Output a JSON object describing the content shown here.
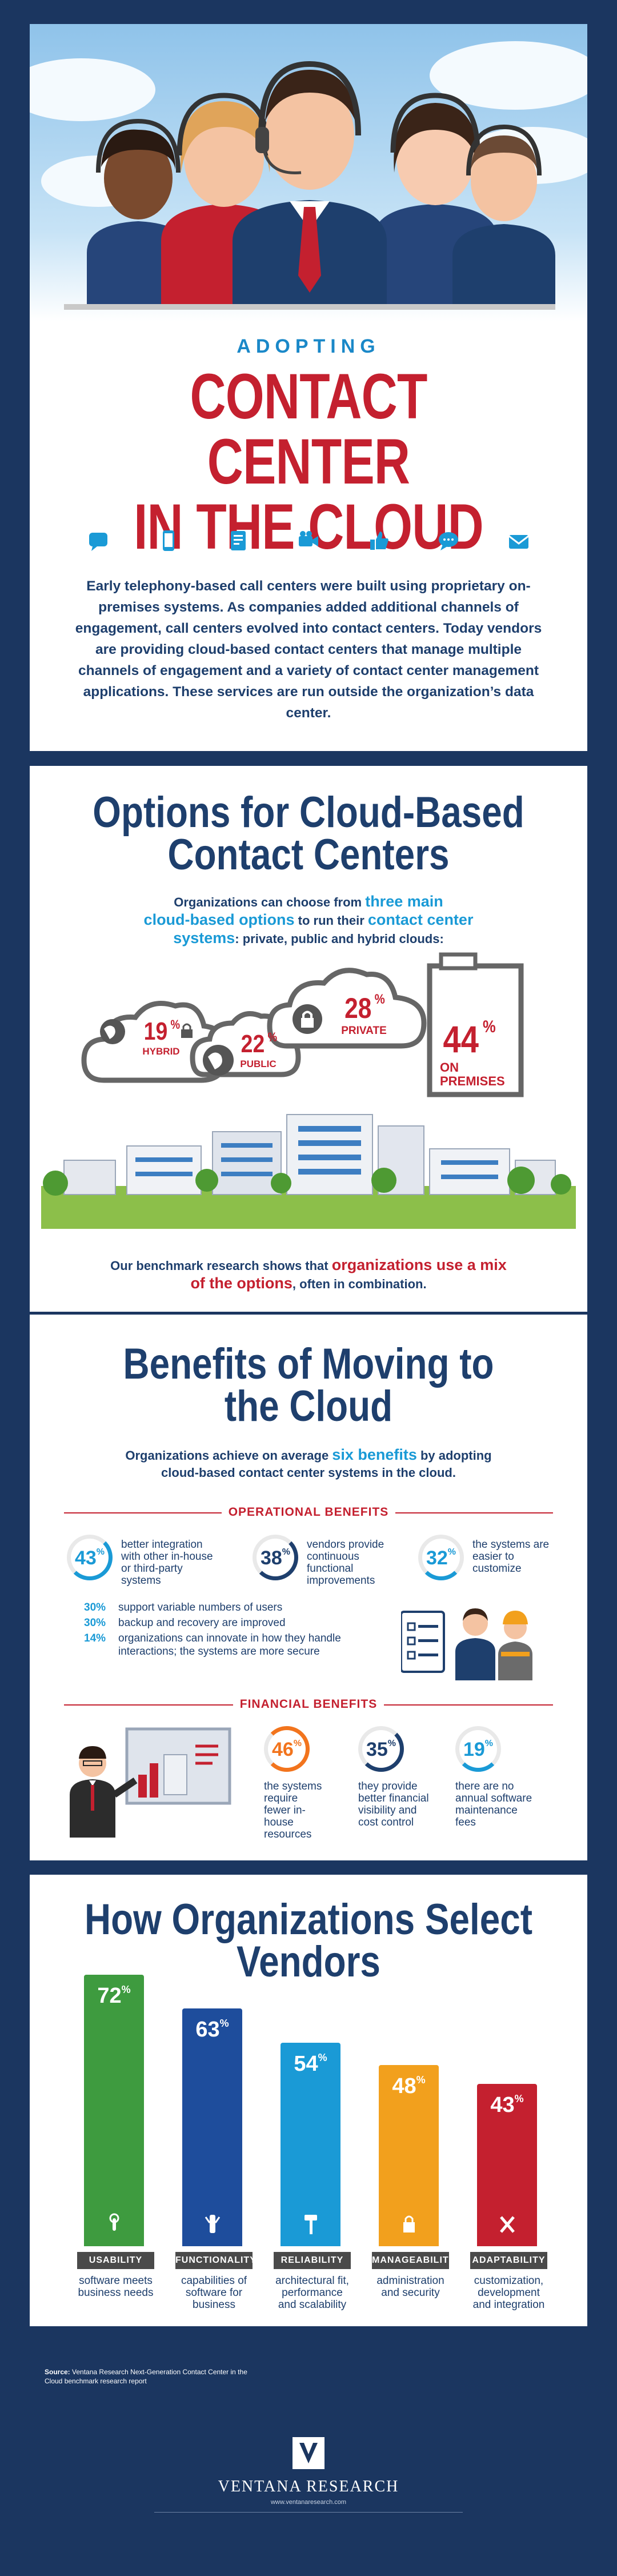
{
  "hero": {
    "overline": "ADOPTING",
    "title_line1": "CONTACT CENTER",
    "title_line2": "IN THE CLOUD",
    "channel_icons": [
      "chat-icon",
      "mobile-icon",
      "document-icon",
      "video-icon",
      "social-like-icon",
      "speech-bubble-icon",
      "email-icon"
    ],
    "intro": "Early telephony-based call centers were built using proprietary on-premises systems. As companies added additional channels of engagement, call centers evolved into contact centers. Today vendors are providing cloud-based contact centers that manage multiple channels of engagement and a variety of contact center management applications. These services are run outside the organization’s data center."
  },
  "options": {
    "title_line1": "Options for Cloud-Based",
    "title_line2": "Contact Centers",
    "lead_a": "Organizations can choose from ",
    "lead_hl1": "three main",
    "lead_hl2": "cloud-based options",
    "lead_b": " to run their ",
    "lead_hl3": "contact center",
    "lead_hl4": "systems",
    "lead_c": ": private, public and hybrid clouds:",
    "items": [
      {
        "value": "19",
        "unit": "%",
        "label": "HYBRID"
      },
      {
        "value": "22",
        "unit": "%",
        "label": "PUBLIC"
      },
      {
        "value": "28",
        "unit": "%",
        "label": "PRIVATE"
      },
      {
        "value": "44",
        "unit": "%",
        "label_line1": "ON",
        "label_line2": "PREMISES"
      }
    ],
    "foot_a": "Our benchmark research shows that ",
    "foot_hl1": "organizations use a mix",
    "foot_hl2": "of the options",
    "foot_b": ", often in combination."
  },
  "benefits": {
    "title_line1": "Benefits of Moving to",
    "title_line2": "the Cloud",
    "lead_a": "Organizations achieve on average ",
    "lead_hl": "six benefits",
    "lead_b": " by adopting",
    "lead_c": "cloud-based contact center systems in the cloud.",
    "operational_label": "OPERATIONAL BENEFITS",
    "operational": [
      {
        "value": "43",
        "unit": "%",
        "text": "better integration with other in-house or third-party systems"
      },
      {
        "value": "38",
        "unit": "%",
        "text": "vendors provide continuous functional improvements"
      },
      {
        "value": "32",
        "unit": "%",
        "text": "the systems are easier to customize"
      }
    ],
    "small_rows": [
      {
        "value": "30%",
        "text": "support variable numbers of users"
      },
      {
        "value": "30%",
        "text": "backup and recovery are improved"
      },
      {
        "value": "14%",
        "text": "organizations can innovate in how they handle"
      },
      {
        "value": "",
        "text": "interactions; the systems are more secure"
      }
    ],
    "financial_label": "FINANCIAL BENEFITS",
    "financial": [
      {
        "value": "46",
        "unit": "%",
        "text": "the systems require fewer in-house resources"
      },
      {
        "value": "35",
        "unit": "%",
        "text": "they provide better financial visibility and cost control"
      },
      {
        "value": "19",
        "unit": "%",
        "text": "there are no annual software maintenance fees"
      }
    ]
  },
  "vendors": {
    "title_line1": "How Organizations Select",
    "title_line2": "Vendors",
    "bars": [
      {
        "value": "72",
        "unit": "%",
        "label": "USABILITY",
        "desc": "software meets business needs",
        "color": "#3e9b3f",
        "icon": "touch-icon"
      },
      {
        "value": "63",
        "unit": "%",
        "label": "FUNCTIONALITY",
        "desc": "capabilities of software for business",
        "color": "#1e4d9c",
        "icon": "multitool-icon"
      },
      {
        "value": "54",
        "unit": "%",
        "label": "RELIABILITY",
        "desc": "architectural fit, performance and scalability",
        "color": "#1a9ad6",
        "icon": "hammer-icon"
      },
      {
        "value": "48",
        "unit": "%",
        "label": "MANAGEABILITY",
        "desc": "administration and security",
        "color": "#f2a01d",
        "icon": "lock-icon"
      },
      {
        "value": "43",
        "unit": "%",
        "label": "ADAPTABILITY",
        "desc": "customization, development and integration",
        "color": "#c4202f",
        "icon": "tools-icon"
      }
    ]
  },
  "footer": {
    "source_label": "Source:",
    "source_text": " Ventana Research Next-Generation Contact Center in the Cloud benchmark research report",
    "brand": "VENTANA RESEARCH",
    "url": "www.ventanaresearch.com"
  }
}
